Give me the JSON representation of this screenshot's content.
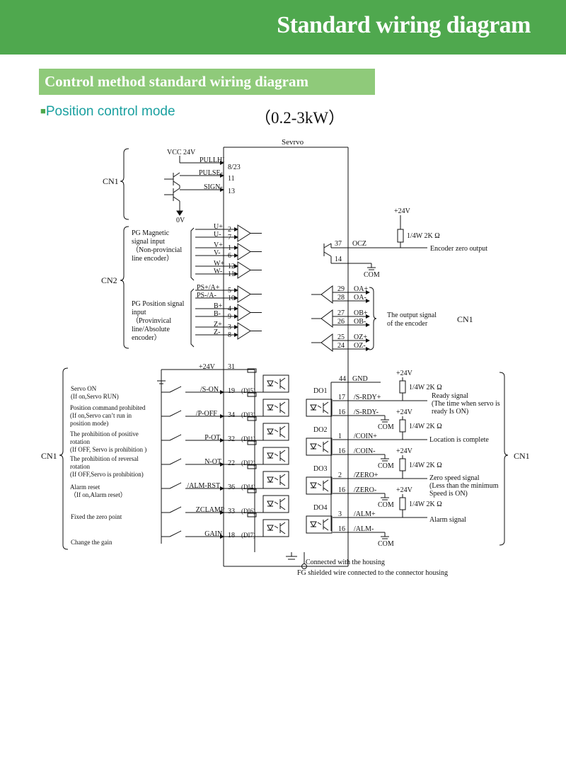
{
  "header": {
    "title": "Standard wiring diagram"
  },
  "section": {
    "title": "Control method standard wiring diagram"
  },
  "mode": {
    "bullet": "■",
    "label": "Position control mode",
    "power_range": "（0.2-3kW）"
  },
  "diagram": {
    "servo_label": "Sevrvo",
    "cn_labels": {
      "cn1": "CN1",
      "cn2": "CN2"
    },
    "pulse_section": {
      "vcc": "VCC 24V",
      "zero_v": "0V",
      "signals": [
        {
          "name": "PULLHI",
          "pin": "8/23"
        },
        {
          "name": "PULSE-",
          "pin": "11"
        },
        {
          "name": "SIGN-",
          "pin": "13"
        }
      ]
    },
    "pg_magnetic": {
      "label_lines": [
        "PG Magnetic",
        "signal input",
        "（Non-provincial",
        "line encoder）"
      ],
      "pins": [
        {
          "name": "U+",
          "pin": "2"
        },
        {
          "name": "U-",
          "pin": "7"
        },
        {
          "name": "V+",
          "pin": "1"
        },
        {
          "name": "V-",
          "pin": "6"
        },
        {
          "name": "W+",
          "pin": "12"
        },
        {
          "name": "W-",
          "pin": "11"
        }
      ]
    },
    "pg_position": {
      "label_lines": [
        "PG Position signal",
        "input",
        "（Provinvical",
        "line/Absolute",
        "encoder）"
      ],
      "pins": [
        {
          "name": "PS+/A+",
          "pin": "5"
        },
        {
          "name": "PS-/A-",
          "pin": "10"
        },
        {
          "name": "B+",
          "pin": "4"
        },
        {
          "name": "B-",
          "pin": "9"
        },
        {
          "name": "Z+",
          "pin": "3"
        },
        {
          "name": "Z-",
          "pin": "8"
        }
      ]
    },
    "ocz": {
      "supply": "+24V",
      "resistor": "1/4W 2K Ω",
      "pin_top": "37",
      "pin_bottom": "14",
      "name": "OCZ",
      "com": "COM",
      "desc": "Encoder zero output"
    },
    "encoder_outputs": {
      "pins": [
        {
          "pin": "29",
          "name": "OA+"
        },
        {
          "pin": "28",
          "name": "OA-"
        },
        {
          "pin": "27",
          "name": "OB+"
        },
        {
          "pin": "26",
          "name": "OB-"
        },
        {
          "pin": "25",
          "name": "OZ+"
        },
        {
          "pin": "24",
          "name": "OZ-"
        }
      ],
      "desc_lines": [
        "The output signal",
        "of the encoder"
      ]
    },
    "inputs": {
      "supply": {
        "name": "+24V",
        "pin": "31"
      },
      "items": [
        {
          "desc_lines": [
            "Servo ON",
            "(If on,Servo RUN)"
          ],
          "name": "/S-ON",
          "pin": "19",
          "di": "(DI5)"
        },
        {
          "desc_lines": [
            "Position command prohibited",
            "(If on,Servo can’t run in",
            "position mode)"
          ],
          "name": "/P-OFF",
          "pin": "34",
          "di": "(DI3)"
        },
        {
          "desc_lines": [
            "The prohibition of positive",
            "rotation",
            "(If OFF, Servo is prohibition )"
          ],
          "name": "P-OT",
          "pin": "32",
          "di": "(DI1)"
        },
        {
          "desc_lines": [
            "The prohibition of reversal",
            "rotation",
            "(If OFF,Servo is prohibition)"
          ],
          "name": "N-OT",
          "pin": "22",
          "di": "(DI2)"
        },
        {
          "desc_lines": [
            "Alarm reset",
            "（If on,Alarm reset）"
          ],
          "name": "/ALM-RST",
          "pin": "36",
          "di": "(DI4)"
        },
        {
          "desc_lines": [
            "Fixed the zero point"
          ],
          "name": "ZCLAMP",
          "pin": "33",
          "di": "(DI6)"
        },
        {
          "desc_lines": [
            "Change the gain"
          ],
          "name": "GAIN",
          "pin": "18",
          "di": "(DI7)"
        }
      ]
    },
    "outputs": {
      "gnd": {
        "pin": "44",
        "name": "GND"
      },
      "supply": "+24V",
      "resistor": "1/4W 2K Ω",
      "com": "COM",
      "items": [
        {
          "do": "DO1",
          "pos_pin": "17",
          "pos_name": "/S-RDY+",
          "neg_pin": "16",
          "neg_name": "/S-RDY-",
          "desc_lines": [
            "Ready signal",
            "(The time when servo is",
            "ready Is ON)"
          ]
        },
        {
          "do": "DO2",
          "pos_pin": "1",
          "pos_name": "/COIN+",
          "neg_pin": "16",
          "neg_name": "/COIN-",
          "desc_lines": [
            "Location is complete"
          ]
        },
        {
          "do": "DO3",
          "pos_pin": "2",
          "pos_name": "/ZERO+",
          "neg_pin": "16",
          "neg_name": "/ZERO-",
          "desc_lines": [
            "Zero speed signal",
            "(Less than the minimum",
            "Speed is ON)"
          ]
        },
        {
          "do": "DO4",
          "pos_pin": "3",
          "pos_name": "/ALM+",
          "neg_pin": "16",
          "neg_name": "/ALM-",
          "desc_lines": [
            "Alarm signal"
          ]
        }
      ]
    },
    "housing": {
      "connected": "Connected with the housing",
      "fg_note": "FG shielded wire connected to the connector housing"
    }
  }
}
